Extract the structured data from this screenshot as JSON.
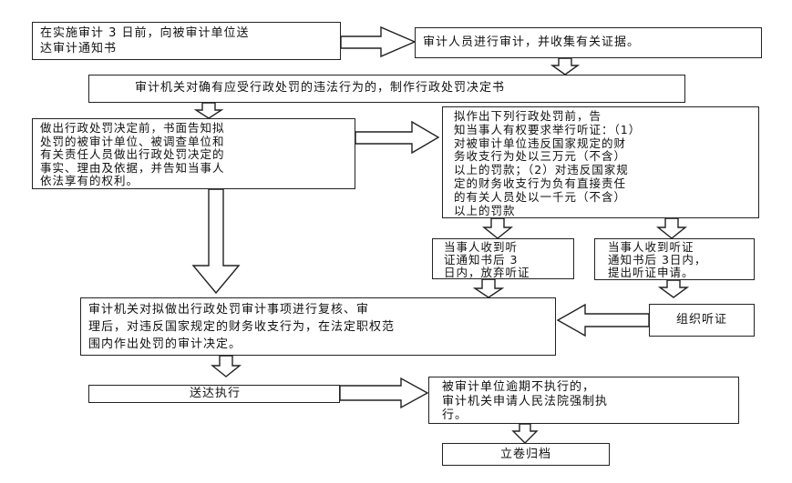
{
  "flowchart": {
    "step_notice": "在实施审计 3 日前，向被审计单位送\n达审计通知书",
    "step_audit": "审计人员进行审计，并收集有关证据。",
    "step_decision_doc": "审计机关对确有应受行政处罚的违法行为的，制作行政处罚决定书",
    "step_inform": "做出行政处罚决定前，书面告知拟\n处罚的被审计单位、被调查单位和\n有关责任人员做出行政处罚决定的\n事实、理由及依据，并告知当事人\n依法享有的权利。",
    "step_hearing_right": "拟作出下列行政处罚前，告\n知当事人有权要求举行听证：（1）\n对被审计单位违反国家规定的财\n务收支行为处以三万元（不含）\n以上的罚款；（2）对违反国家规\n定的财务收支行为负有直接责任\n的有关人员处以一千元（不含）\n以上的罚款",
    "step_waive": "当事人收到听\n证通知书后 3\n日内，放弃听证",
    "step_apply": "当事人收到听证\n通知书后 3日内，\n提出听证申请。",
    "step_review": "审计机关对拟做出行政处罚审计事项进行复核、审\n理后，对违反国家规定的财务收支行为，在法定职权范\n围内作出处罚的审计决定。",
    "step_organize": "组织听证",
    "step_deliver": "送达执行",
    "step_enforce": "被审计单位逾期不执行的，\n审计机关申请人民法院强制执\n行。",
    "step_archive": "立卷归档"
  }
}
